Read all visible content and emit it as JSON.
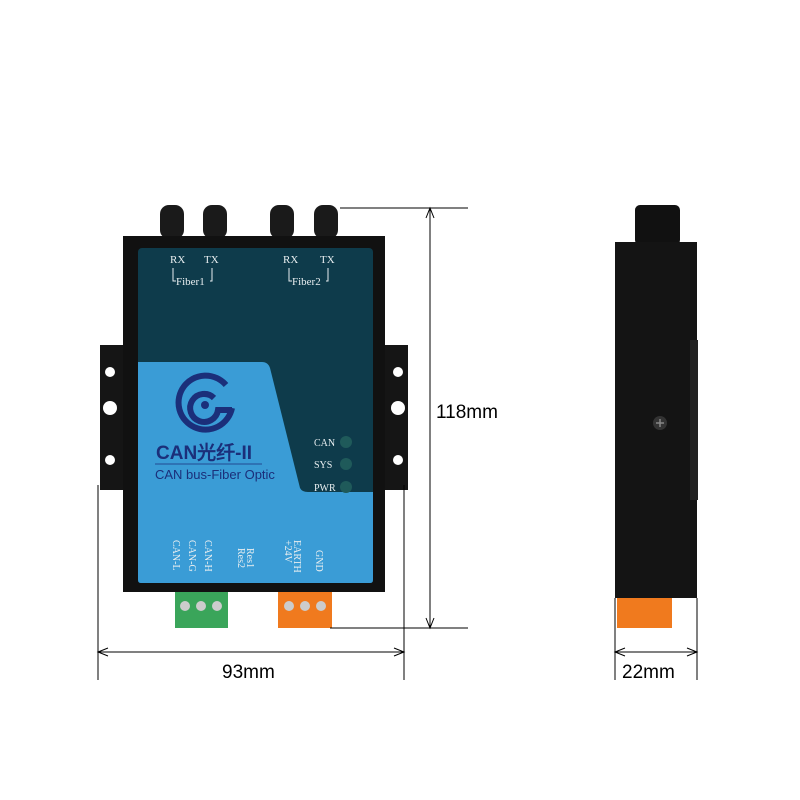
{
  "front": {
    "fiber1": {
      "rx": "RX",
      "tx": "TX",
      "label": "Fiber1"
    },
    "fiber2": {
      "rx": "RX",
      "tx": "TX",
      "label": "Fiber2"
    },
    "product_name": "CAN光纤-II",
    "product_subtitle": "CAN bus-Fiber Optic",
    "leds": [
      {
        "label": "CAN"
      },
      {
        "label": "SYS"
      },
      {
        "label": "PWR"
      }
    ],
    "terminals": [
      "CAN-L",
      "CAN-G",
      "CAN-H",
      "Res2",
      "Res1",
      "+24V",
      "EARTH",
      "GND"
    ],
    "colors": {
      "panel_dark": "#0e3b4b",
      "panel_light": "#3a9cd6",
      "brand": "#1b2f7a",
      "terminal_green": "#3aa55a",
      "terminal_orange": "#f07a1e"
    }
  },
  "dimensions": {
    "height": "118mm",
    "width": "93mm",
    "depth": "22mm"
  }
}
